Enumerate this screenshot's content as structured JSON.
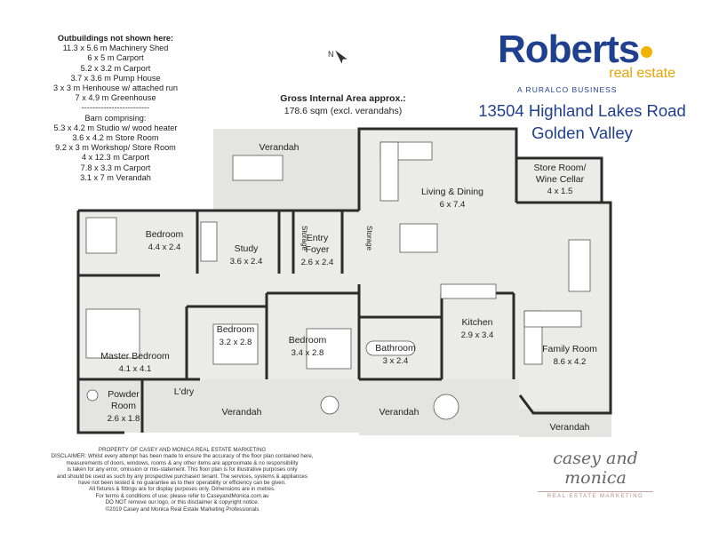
{
  "outbuildings": {
    "heading": "Outbuildings not shown here:",
    "items": [
      "11.3 x 5.6 m Machinery Shed",
      "6 x 5 m Carport",
      "5.2 x 3.2 m Carport",
      "3.7 x 3.6 m Pump House",
      "3 x 3 m Henhouse w/ attached run",
      "7 x 4.9 m Greenhouse",
      "-------------------------",
      "Barn comprising:",
      "5.3 x 4.2 m Studio w/ wood heater",
      "3.6 x 4.2 m Store Room",
      "9.2 x 3 m Workshop/ Store Room",
      "4 x 12.3 m Carport",
      "7.8 x 3.3 m Carport",
      "3.1 x 7 m Verandah"
    ]
  },
  "gross_area": {
    "heading": "Gross Internal Area approx.:",
    "value": "178.6 sqm (excl. verandahs)"
  },
  "brand": {
    "name": "Roberts",
    "sub": "real estate",
    "tagline": "A RURALCO BUSINESS",
    "color": "#1f3f8f",
    "accent": "#f0b400"
  },
  "address": {
    "line1": "13504 Highland Lakes Road",
    "line2": "Golden Valley"
  },
  "disclaimer": [
    "PROPERTY OF CASEY AND MONICA REAL ESTATE MARKETING",
    "DISCLAIMER: Whilst every attempt has been made to ensure the accuracy of the floor plan contained here,",
    "measurements of doors, windows, rooms & any other items are approximate & no responsibility",
    "is taken for any error, omission or mis-statement. This floor plan is for illustrative purposes only",
    "and should be used as such by any prospective purchaser/ tenant. The services, systems & appliances",
    "have not been tested & no guarantee as to their operability or efficiency can be given.",
    "All fixtures & fittings are for display purposes only. Dimensions are in metres.",
    "For terms & conditions of use, please refer to CaseyandMonica.com.au",
    "DO NOT remove our logo, or this disclaimer & copyright notice.",
    "©2019 Casey and Monica Real Estate Marketing Professionals"
  ],
  "footer_brand": {
    "script": "casey and monica",
    "tagline": "REAL ESTATE MARKETING"
  },
  "rooms": {
    "verandah_top": "Verandah",
    "living_name": "Living & Dining",
    "living_dim": "6 x 7.4",
    "store_name1": "Store Room/",
    "store_name2": "Wine Cellar",
    "store_dim": "4 x 1.5",
    "bed1_name": "Bedroom",
    "bed1_dim": "4.4 x 2.4",
    "study_name": "Study",
    "study_dim": "3.6 x 2.4",
    "storage_label": "Storage",
    "foyer_name1": "Entry",
    "foyer_name2": "Foyer",
    "foyer_dim": "2.6 x 2.4",
    "master_name": "Master Bedroom",
    "master_dim": "4.1 x 4.1",
    "bed2_name": "Bedroom",
    "bed2_dim": "3.2 x 2.8",
    "bed3_name": "Bedroom",
    "bed3_dim": "3.4 x 2.8",
    "bath_name": "Bathroom",
    "bath_dim": "3 x 2.4",
    "kitchen_name": "Kitchen",
    "kitchen_dim": "2.9 x 3.4",
    "family_name": "Family Room",
    "family_dim": "8.6 x 4.2",
    "powder_name1": "Powder",
    "powder_name2": "Room",
    "powder_dim": "2.6 x 1.8",
    "laundry_name": "L'dry",
    "verandah_bl": "Verandah",
    "verandah_bm": "Verandah",
    "verandah_br": "Verandah"
  },
  "colors": {
    "floor": "#ebecea",
    "verandah": "#e4e5e2",
    "wall": "#2b2b2b"
  }
}
